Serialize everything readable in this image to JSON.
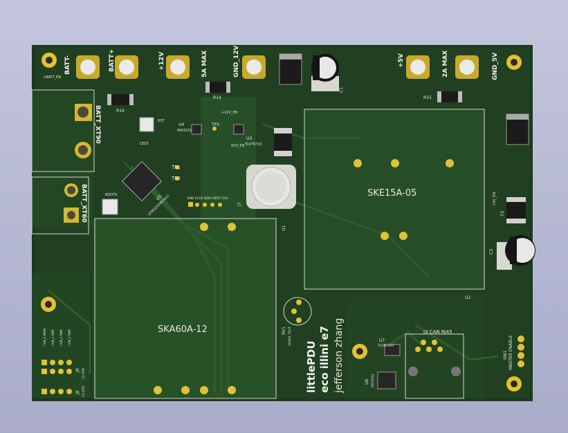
{
  "labels": {
    "batt_neg": "BATT-",
    "batt_pos": "BATT+",
    "plus12v": "+12V",
    "max5a": "5A MAX",
    "gnd12v": "GND_12V",
    "plus5v": "+5V",
    "max2a": "2A MAX",
    "gnd5v": "GND_5V",
    "batt_en": "+BATT_EN",
    "r16": "R16",
    "r14": "R14",
    "r15": "R15",
    "c1": "C1",
    "c3": "C3",
    "f2": "F2",
    "batt_xt90": "BATT_XT90",
    "batt_xt60": "BATT_XT60",
    "rst": "RST",
    "led1": "LED1",
    "u4": "U4",
    "ina3221": "INA3221",
    "tp3": "TP3",
    "en12v": "+12V_EN",
    "u3": "U3",
    "tlv": "TLV76733",
    "en5v3": "5V3_EN",
    "tp1": "TP1",
    "tp2": "TP2",
    "boot0": "BOOT0",
    "u5": "U5",
    "stm": "STM32G0B1KxU",
    "swd": "GND SCLK SDIO NRST 3V3",
    "j7": "J7",
    "u1": "U1",
    "ske15": "SKE15A-05",
    "u2": "U2",
    "en5v": "+5V_EN",
    "ska60": "SKA60A-12",
    "rv1": "RV1",
    "rv1_val": "SK400_TEST",
    "title1": "littlePDU",
    "title2": "eco illini e7",
    "author": "jefferson zhang",
    "u7": "U7",
    "u7_part": "TCAN1044",
    "j3": "J3 CAN RJ45",
    "u6": "U6",
    "u6_part": "ISO1044",
    "sw1": "SW1",
    "master": "MASTER ENABLE",
    "ch_labels": [
      "CHN_0 MAIN",
      "CHN_1 PWR",
      "CHN_2 PWR",
      "CHN_3 PWR"
    ],
    "j9": "J9",
    "j8": "J8",
    "j9_side": "CH STAT",
    "j8_side": "CH STAT"
  },
  "colors": {
    "background": "#b8bbd4",
    "board": "#1c3d1c",
    "copper": "#2a5428",
    "silk": "#e8e8e0",
    "pad": "#e4c93a"
  }
}
